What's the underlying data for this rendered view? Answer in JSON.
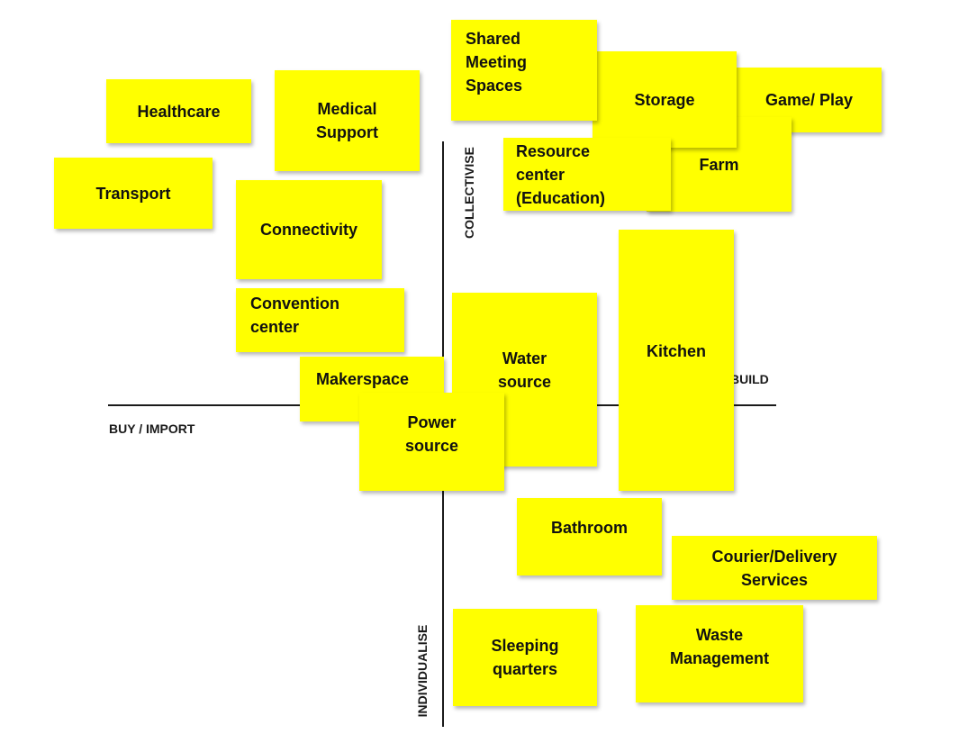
{
  "axes": {
    "top": "COLLECTIVISE",
    "bottom": "INDIVIDUALISE",
    "left": "BUY / IMPORT",
    "right": "BUILD"
  },
  "notes": {
    "healthcare": "Healthcare",
    "medical_support": "Medical\nSupport",
    "transport": "Transport",
    "connectivity": "Connectivity",
    "convention_center": "Convention\ncenter",
    "makerspace": "Makerspace",
    "shared_meeting_spaces": "Shared\nMeeting\nSpaces",
    "storage": "Storage",
    "game_play": "Game/ Play",
    "farm": "Farm",
    "resource_center": "Resource\ncenter\n(Education)",
    "water_source": "Water\nsource",
    "kitchen": "Kitchen",
    "power_source": "Power\nsource",
    "bathroom": "Bathroom",
    "courier_delivery": "Courier/Delivery\nServices",
    "sleeping_quarters": "Sleeping\nquarters",
    "waste_management": "Waste\nManagement"
  },
  "colors": {
    "note": "#ffff00",
    "axis": "#1a1a1a",
    "background": "#ffffff"
  }
}
